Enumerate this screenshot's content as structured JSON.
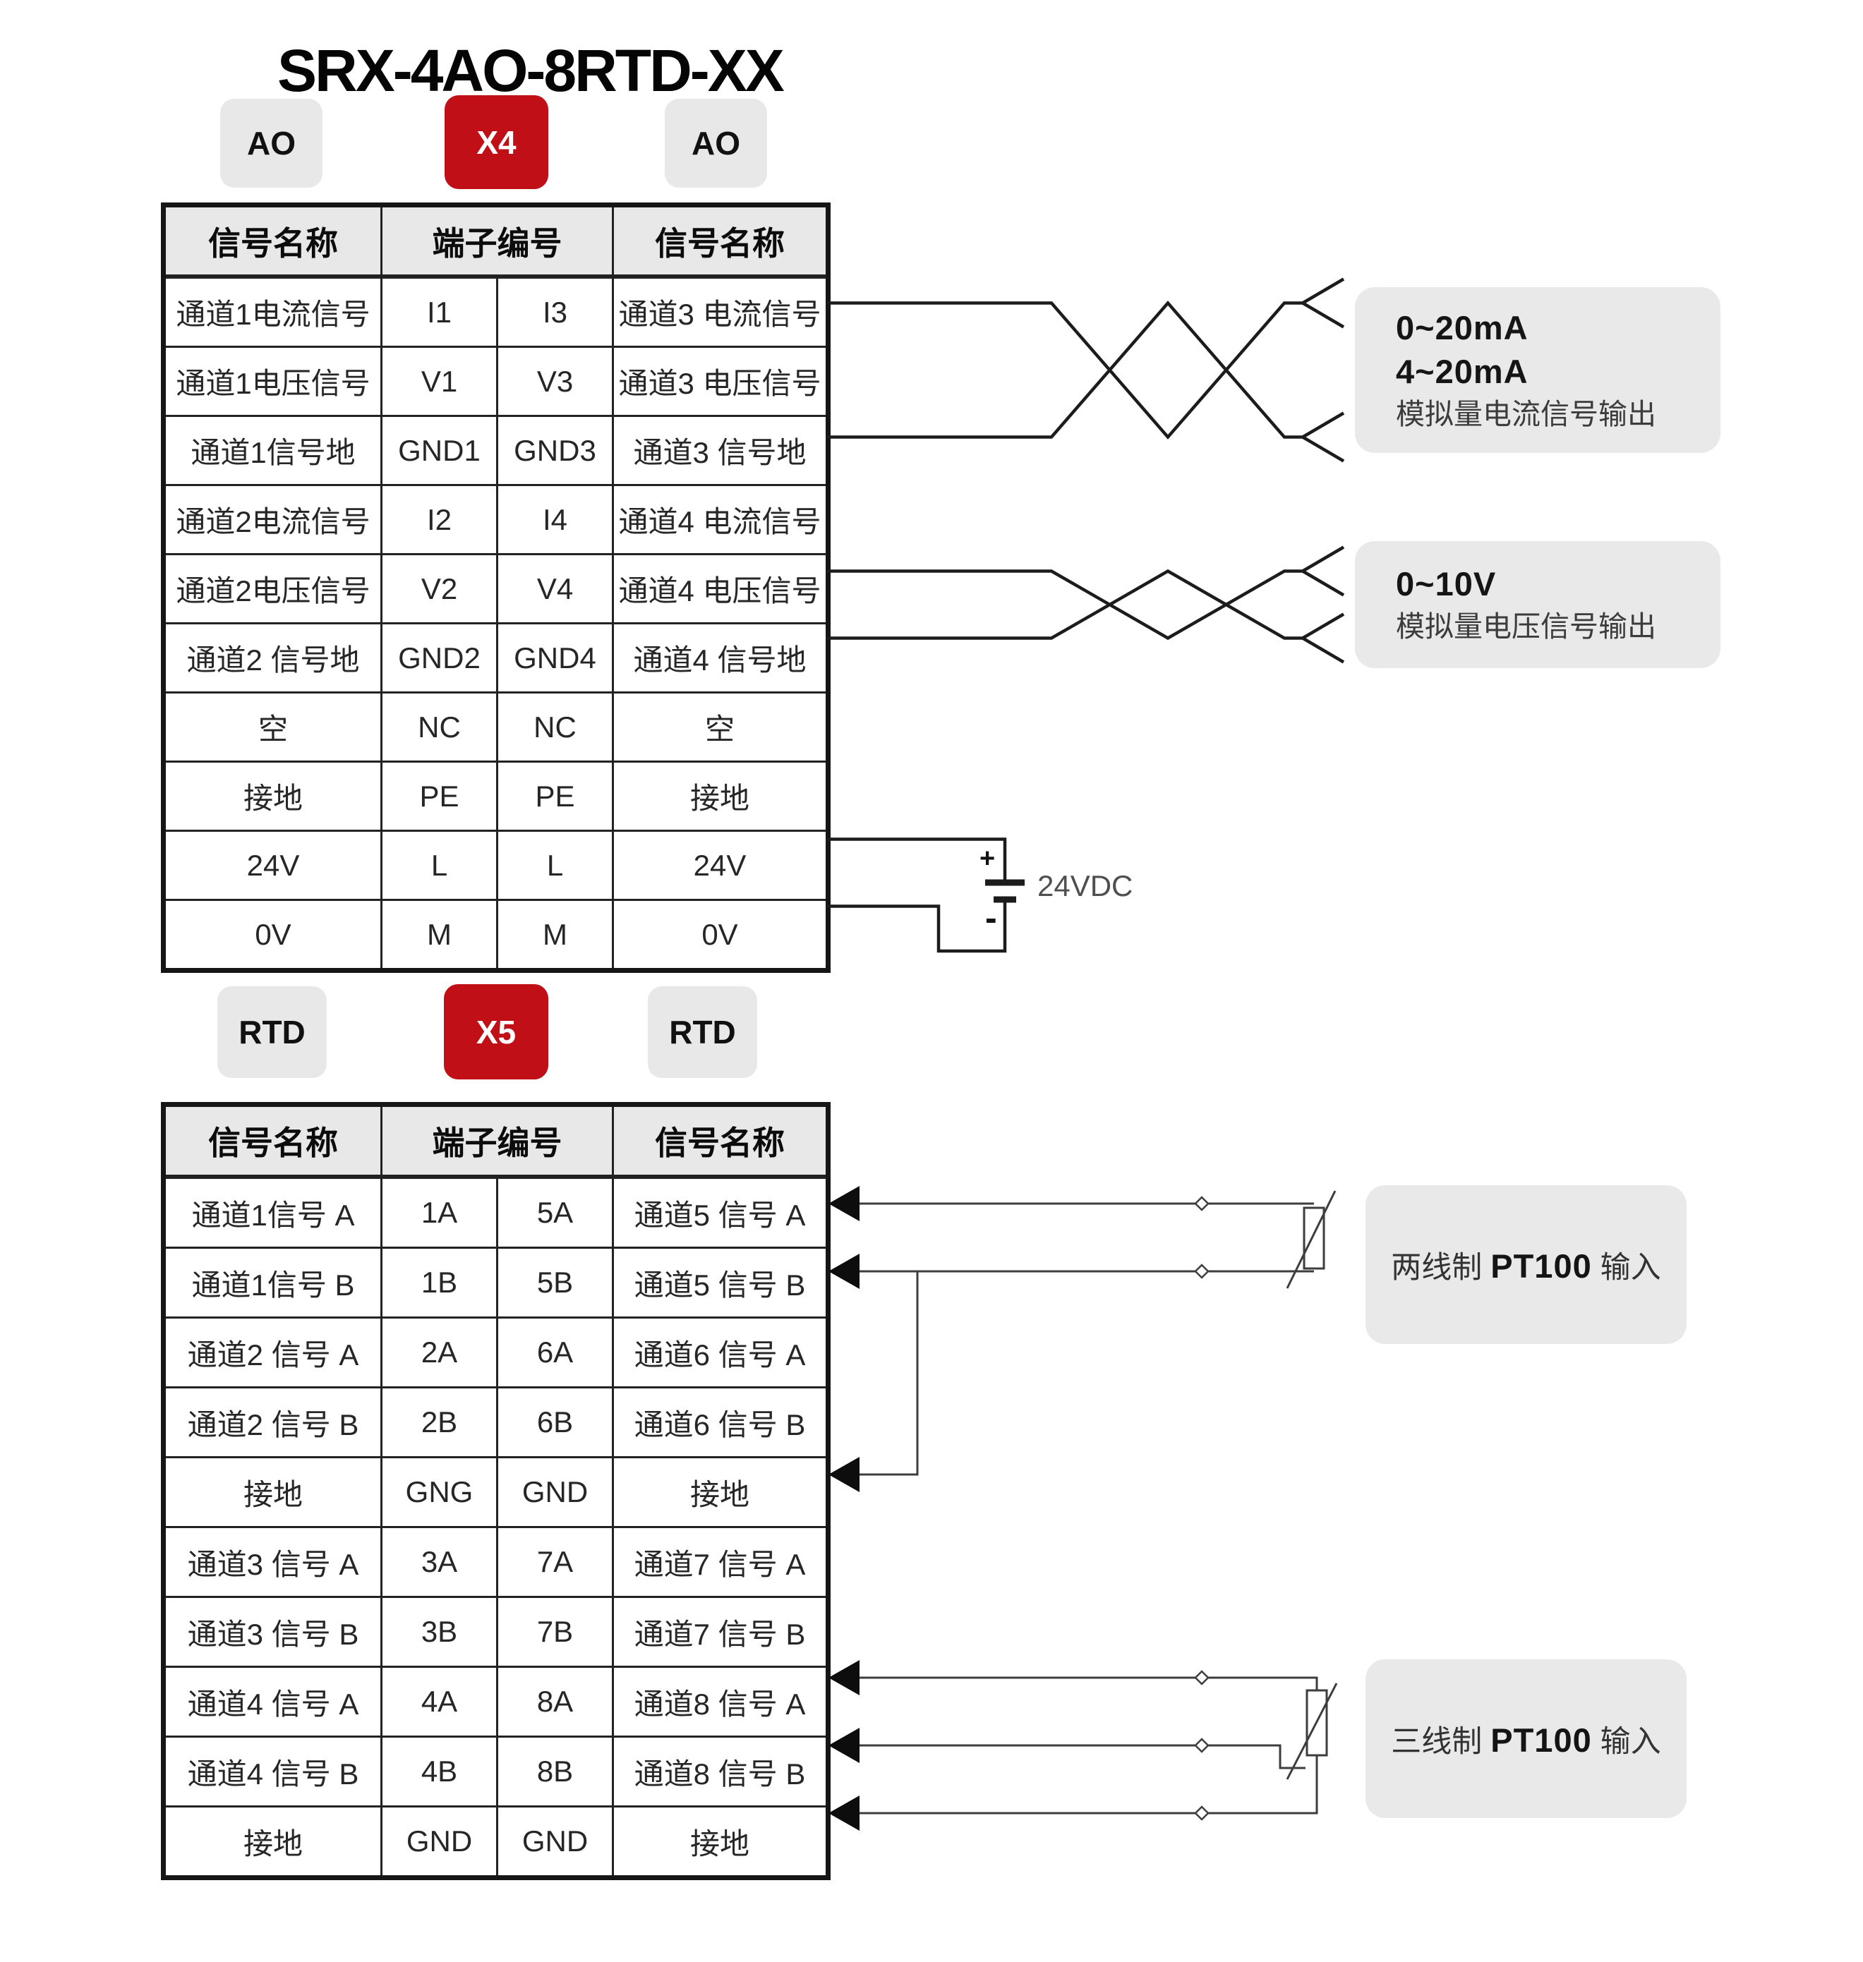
{
  "title": "SRX-4AO-8RTD-XX",
  "colors": {
    "accent_red": "#c00f17",
    "badge_gray": "#e8e8e8",
    "box_gray": "#e9e9e9",
    "wire_black": "#1c1c1c",
    "wire_gray": "#3d3d3d",
    "table_border": "#222222"
  },
  "icons": {
    "arrow_left": "solid left-pointing triangle",
    "twisted_pair": "two crossing wires with open fork ends",
    "battery": "long/short bar DC source symbol",
    "rtd_sensor": "rectangle with diagonal strike (PT100 resistor)",
    "junction_diamond": "small open diamond on wire"
  },
  "ao_section": {
    "badges": [
      {
        "label": "AO"
      },
      {
        "label": "X4"
      },
      {
        "label": "AO"
      }
    ],
    "table": {
      "headers": [
        "信号名称",
        "端子编号",
        "信号名称"
      ],
      "rows": [
        [
          "通道1电流信号",
          "I1",
          "I3",
          "通道3 电流信号"
        ],
        [
          "通道1电压信号",
          "V1",
          "V3",
          "通道3 电压信号"
        ],
        [
          "通道1信号地",
          "GND1",
          "GND3",
          "通道3 信号地"
        ],
        [
          "通道2电流信号",
          "I2",
          "I4",
          "通道4 电流信号"
        ],
        [
          "通道2电压信号",
          "V2",
          "V4",
          "通道4 电压信号"
        ],
        [
          "通道2 信号地",
          "GND2",
          "GND4",
          "通道4 信号地"
        ],
        [
          "空",
          "NC",
          "NC",
          "空"
        ],
        [
          "接地",
          "PE",
          "PE",
          "接地"
        ],
        [
          "24V",
          "L",
          "L",
          "24V"
        ],
        [
          "0V",
          "M",
          "M",
          "0V"
        ]
      ]
    },
    "current_output_box": {
      "line1": "0~20mA",
      "line2": "4~20mA",
      "line3": "模拟量电流信号输出"
    },
    "voltage_output_box": {
      "line1": "0~10V",
      "line2": "模拟量电压信号输出"
    },
    "power": {
      "plus": "+",
      "minus": "-",
      "label": "24VDC"
    }
  },
  "rtd_section": {
    "badges": [
      {
        "label": "RTD"
      },
      {
        "label": "X5"
      },
      {
        "label": "RTD"
      }
    ],
    "table": {
      "headers": [
        "信号名称",
        "端子编号",
        "信号名称"
      ],
      "rows": [
        [
          "通道1信号 A",
          "1A",
          "5A",
          "通道5 信号 A"
        ],
        [
          "通道1信号 B",
          "1B",
          "5B",
          "通道5 信号 B"
        ],
        [
          "通道2 信号 A",
          "2A",
          "6A",
          "通道6 信号 A"
        ],
        [
          "通道2 信号 B",
          "2B",
          "6B",
          "通道6 信号 B"
        ],
        [
          "接地",
          "GNG",
          "GND",
          "接地"
        ],
        [
          "通道3 信号 A",
          "3A",
          "7A",
          "通道7 信号 A"
        ],
        [
          "通道3 信号 B",
          "3B",
          "7B",
          "通道7 信号 B"
        ],
        [
          "通道4 信号 A",
          "4A",
          "8A",
          "通道8 信号 A"
        ],
        [
          "通道4 信号 B",
          "4B",
          "8B",
          "通道8 信号 B"
        ],
        [
          "接地",
          "GND",
          "GND",
          "接地"
        ]
      ]
    },
    "two_wire_box": {
      "prefix": "两线制 ",
      "bold": "PT100",
      "suffix": " 输入"
    },
    "three_wire_box": {
      "prefix": "三线制 ",
      "bold": "PT100",
      "suffix": " 输入"
    }
  }
}
